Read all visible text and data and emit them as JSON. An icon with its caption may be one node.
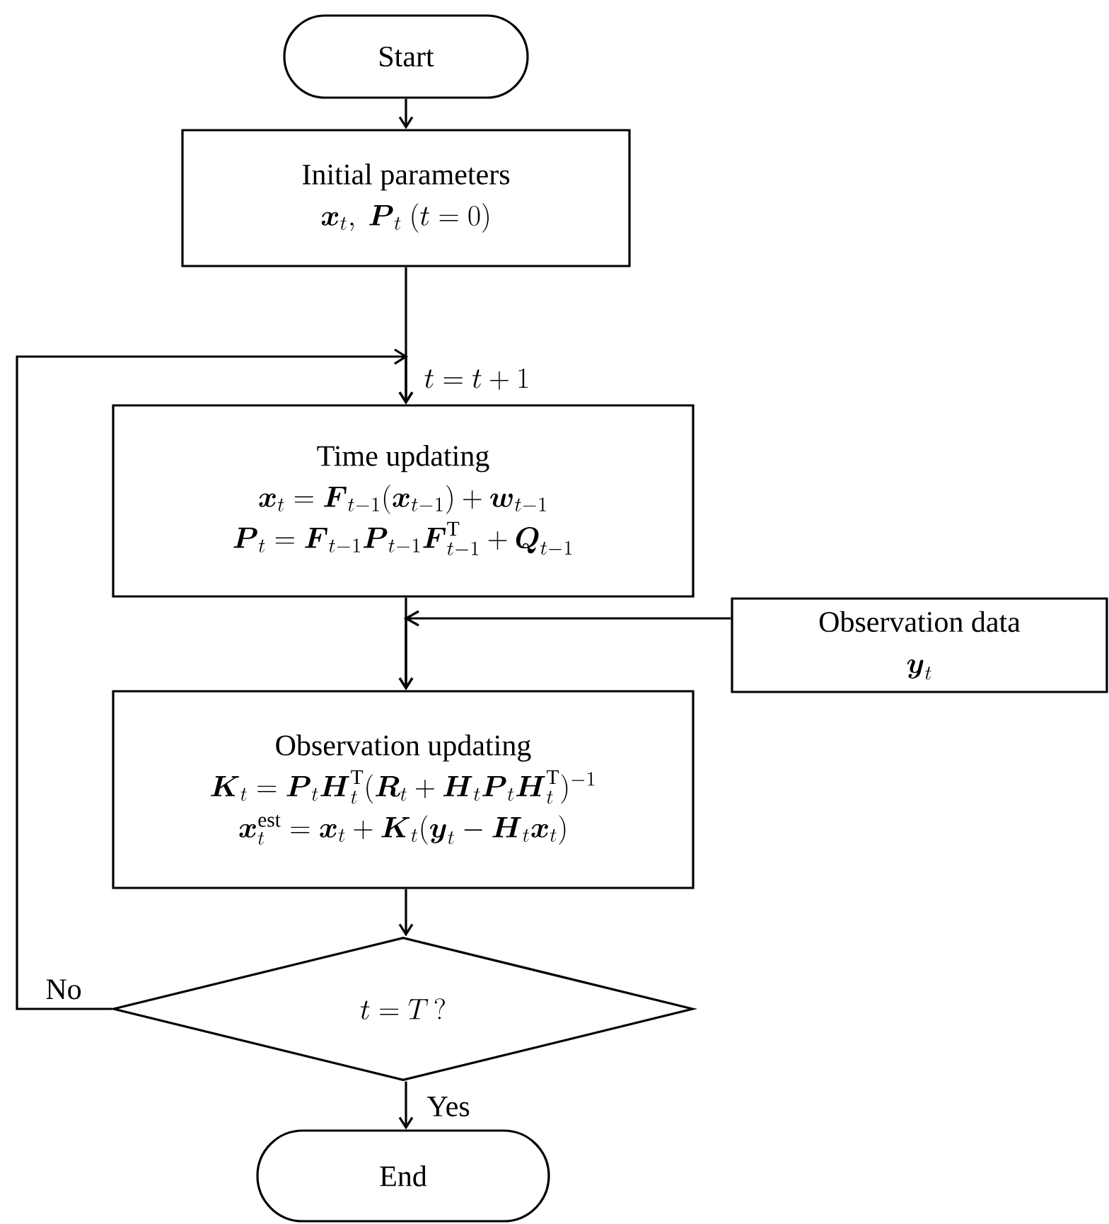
{
  "diagram": {
    "nodes": [
      {
        "text": [
          "Start"
        ]
      },
      {
        "text": [
          "Initial parameters",
          "\\boldsymbol{x}_t,\\ \\boldsymbol{P}_t\\ (t=0)"
        ]
      },
      {
        "text": [
          "Time updating",
          "\\boldsymbol{x}_t = \\boldsymbol{F}_{t-1}(\\boldsymbol{x}_{t-1}) + \\boldsymbol{w}_{t-1}",
          "\\boldsymbol{P}_t = \\boldsymbol{F}_{t-1}\\boldsymbol{P}_{t-1}\\boldsymbol{F}_{t-1}^{\\mathrm{T}} + \\boldsymbol{Q}_{t-1}"
        ]
      },
      {
        "text": [
          "Observation data",
          "\\boldsymbol{y}_t"
        ]
      },
      {
        "text": [
          "Observation updating",
          "\\boldsymbol{K}_t = \\boldsymbol{P}_t\\boldsymbol{H}_t^{\\mathrm{T}}(\\boldsymbol{R}_t + \\boldsymbol{H}_t\\boldsymbol{P}_t\\boldsymbol{H}_t^{\\mathrm{T}})^{-1}",
          "\\boldsymbol{x}_t^{\\mathrm{est}} = \\boldsymbol{x}_t + \\boldsymbol{K}_t(\\boldsymbol{y}_t - \\boldsymbol{H}_t\\boldsymbol{x}_t)"
        ]
      },
      {
        "text": [
          "t = T\\,?"
        ]
      },
      {
        "text": [
          "End"
        ]
      }
    ],
    "edges": [
      {
        "from": 0,
        "to": 1,
        "arrow": "to"
      },
      {
        "from": 1,
        "to": 2,
        "arrow": "to",
        "label": "t = t + 1"
      },
      {
        "from": 5,
        "to": 2,
        "arrow": "to",
        "label": "No"
      },
      {
        "from": 2,
        "to": 4,
        "arrow": "to"
      },
      {
        "from": 3,
        "to": 4,
        "arrow": "to"
      },
      {
        "from": 4,
        "to": 5,
        "arrow": "to"
      },
      {
        "from": 5,
        "to": 6,
        "arrow": "to",
        "label": "Yes"
      }
    ]
  }
}
